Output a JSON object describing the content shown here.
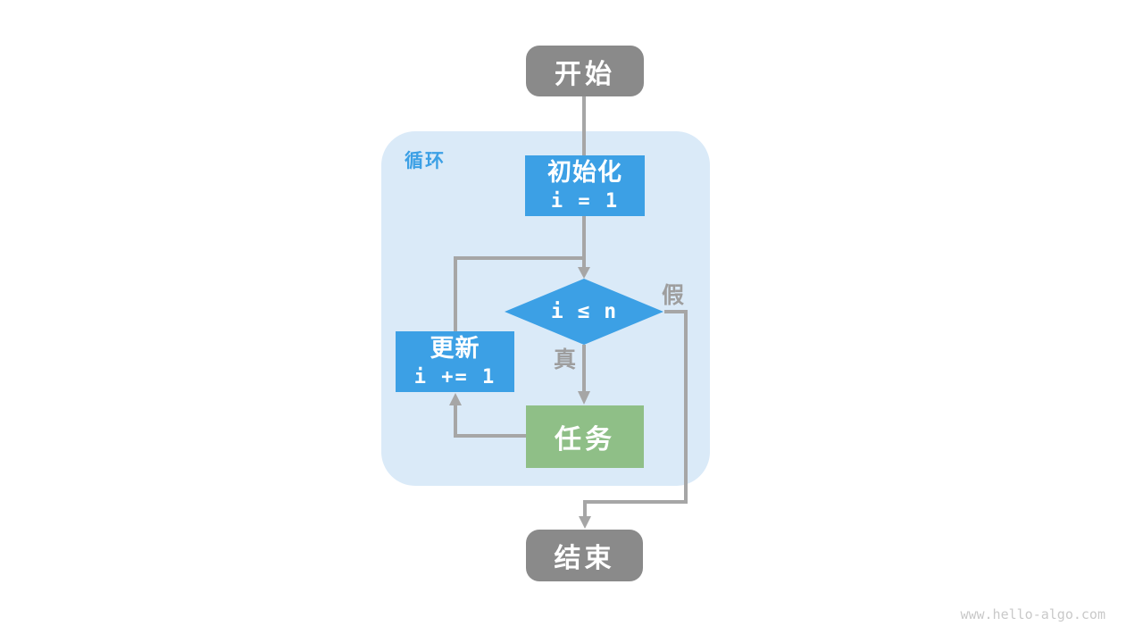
{
  "diagram": {
    "loop_container_label": "循环",
    "nodes": {
      "start": {
        "label": "开始"
      },
      "init": {
        "label": "初始化",
        "code": "i = 1"
      },
      "condition": {
        "expr": "i ≤ n"
      },
      "update": {
        "label": "更新",
        "code": "i += 1"
      },
      "task": {
        "label": "任务"
      },
      "end": {
        "label": "结束"
      }
    },
    "edge_labels": {
      "true": "真",
      "false": "假"
    },
    "watermark": "www.hello-algo.com",
    "colors": {
      "background": "#FFFFFF",
      "node_blue": "#3CA0E5",
      "node_green": "#8FBF87",
      "node_gray": "#8A8A8A",
      "container_blue": "#DAEAF8",
      "label_blue": "#3CA0E5",
      "line_gray": "#A6A6A6",
      "edge_label_gray": "#9E9E9E",
      "text_white": "#FFFFFF",
      "watermark_gray": "#C9C9C9"
    }
  }
}
